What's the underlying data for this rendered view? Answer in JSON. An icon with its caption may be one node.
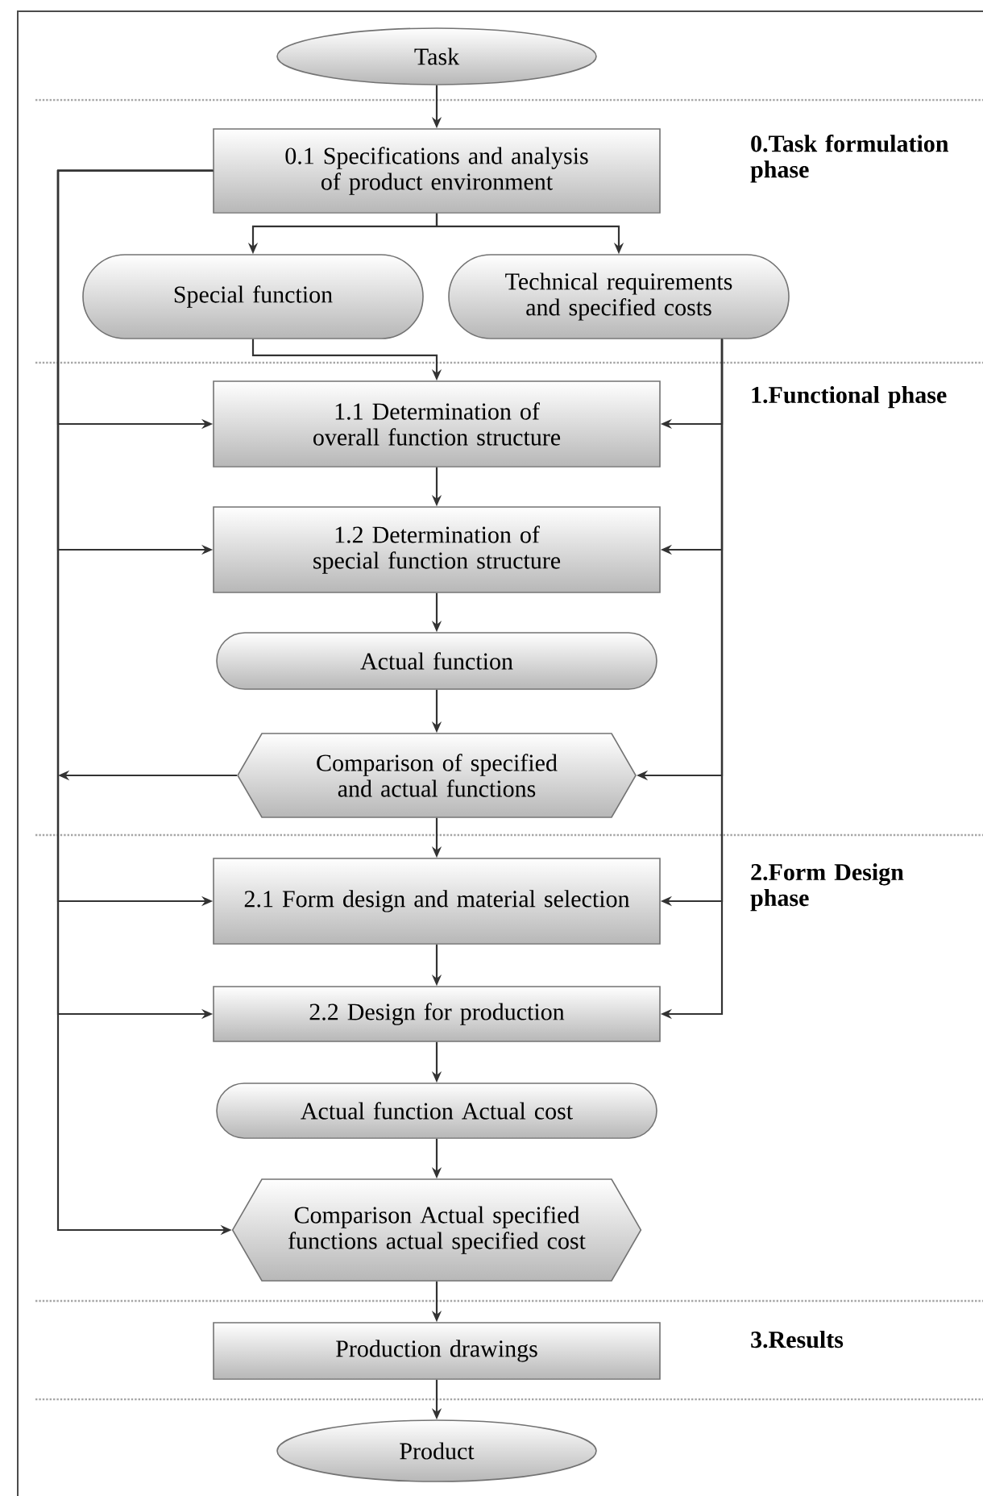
{
  "diagram": {
    "nodes": [
      {
        "text": [
          "Task"
        ]
      },
      {
        "text": [
          "0.1 Specifications and analysis of product environment"
        ]
      },
      {
        "text": [
          "Special function"
        ]
      },
      {
        "text": [
          "Technical requirements and specified costs"
        ]
      },
      {
        "text": [
          "1.1 Determination of overall function structure"
        ]
      },
      {
        "text": [
          "1.2 Determination of special function structure"
        ]
      },
      {
        "text": [
          "Actual function"
        ]
      },
      {
        "text": [
          "Comparison of specified and actual functions"
        ]
      },
      {
        "text": [
          "2.1 Form design and material selection"
        ]
      },
      {
        "text": [
          "2.2 Design for production"
        ]
      },
      {
        "text": [
          "Actual function Actual cost"
        ]
      },
      {
        "text": [
          "Comparison Actual specified functions actual specified cost"
        ]
      },
      {
        "text": [
          "Production drawings"
        ]
      },
      {
        "text": [
          "Product"
        ]
      }
    ],
    "edges": [
      {
        "from": 0,
        "to": 1,
        "arrow": "to"
      },
      {
        "from": 1,
        "to": 2,
        "arrow": "to"
      },
      {
        "from": 1,
        "to": 3,
        "arrow": "to"
      },
      {
        "from": 2,
        "to": 4,
        "arrow": "to"
      },
      {
        "from": 4,
        "to": 5,
        "arrow": "to"
      },
      {
        "from": 5,
        "to": 6,
        "arrow": "to"
      },
      {
        "from": 6,
        "to": 7,
        "arrow": "to"
      },
      {
        "from": 7,
        "to": 8,
        "arrow": "to"
      },
      {
        "from": 8,
        "to": 9,
        "arrow": "to"
      },
      {
        "from": 9,
        "to": 10,
        "arrow": "to"
      },
      {
        "from": 10,
        "to": 11,
        "arrow": "to"
      },
      {
        "from": 11,
        "to": 12,
        "arrow": "to"
      },
      {
        "from": 12,
        "to": 13,
        "arrow": "to"
      },
      {
        "from": 1,
        "to": 4,
        "arrow": "to"
      },
      {
        "from": 1,
        "to": 5,
        "arrow": "to"
      },
      {
        "from": 1,
        "to": 8,
        "arrow": "to"
      },
      {
        "from": 1,
        "to": 9,
        "arrow": "to"
      },
      {
        "from": 1,
        "to": 11,
        "arrow": "to"
      },
      {
        "from": 7,
        "to": null,
        "arrow": "to"
      },
      {
        "from": 3,
        "to": 4,
        "arrow": "to"
      },
      {
        "from": 3,
        "to": 5,
        "arrow": "to"
      },
      {
        "from": 3,
        "to": 7,
        "arrow": "to"
      },
      {
        "from": 3,
        "to": 8,
        "arrow": "to"
      },
      {
        "from": 3,
        "to": 9,
        "arrow": "to"
      }
    ],
    "labels": [
      "0.Task formulation phase",
      "1.Functional phase",
      "2.Form Design phase",
      "3.Results"
    ]
  }
}
